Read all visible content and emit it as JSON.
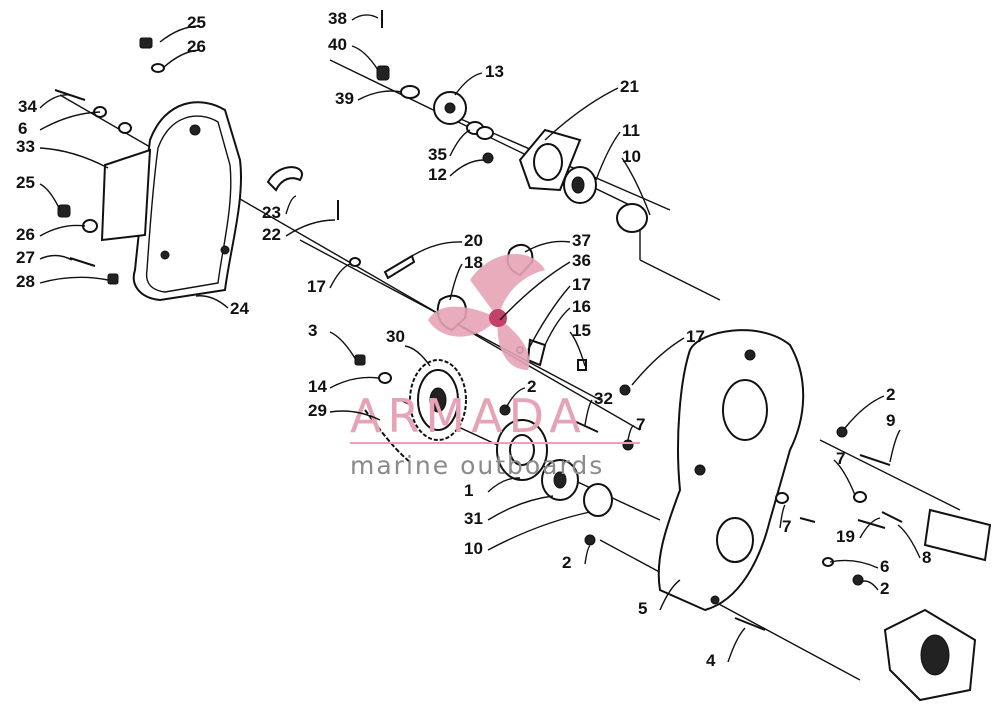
{
  "labels": [
    "25",
    "26",
    "34",
    "6",
    "33",
    "25",
    "26",
    "27",
    "28",
    "24",
    "38",
    "40",
    "39",
    "13",
    "35",
    "12",
    "21",
    "11",
    "10",
    "23",
    "22",
    "20",
    "37",
    "17",
    "18",
    "36",
    "17",
    "16",
    "15",
    "3",
    "30",
    "14",
    "29",
    "2",
    "32",
    "7",
    "1",
    "31",
    "10",
    "2",
    "17",
    "2",
    "9",
    "7",
    "7",
    "19",
    "8",
    "6",
    "2",
    "5",
    "4"
  ],
  "watermark": {
    "brand": "ARMADA",
    "tagline": "marine outboards"
  },
  "colors": {
    "ink": "#111111",
    "brand": "#e6a3b6",
    "tagline": "#8a8a8a"
  }
}
